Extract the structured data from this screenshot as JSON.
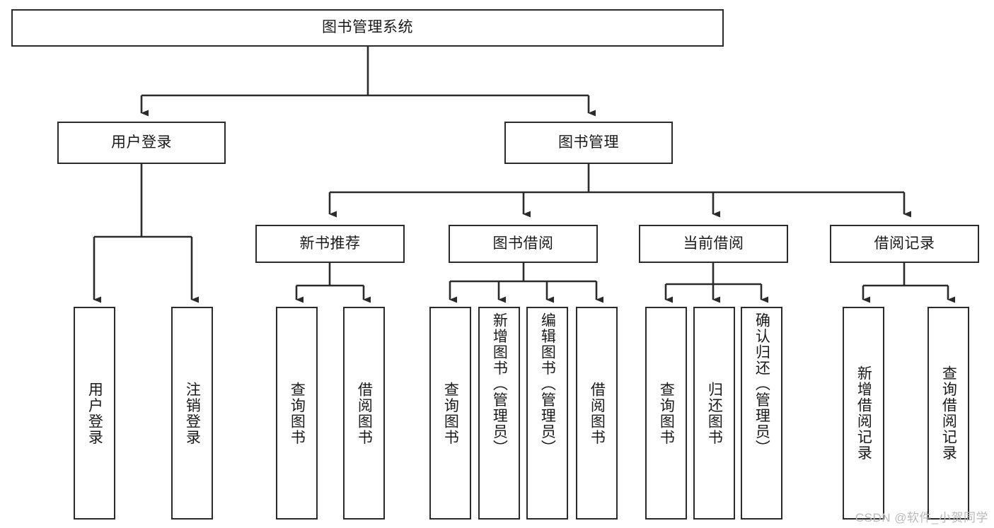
{
  "diagram": {
    "title": "图书管理系统",
    "watermark": "CSDN @软件_小贺同学",
    "line_color": "#2b2b2b",
    "box_fill": "#ffffff",
    "text_color": "#1a1a1a",
    "root": {
      "label": "图书管理系统"
    },
    "level2": [
      {
        "label": "用户登录"
      },
      {
        "label": "图书管理"
      }
    ],
    "level3": [
      {
        "label": "新书推荐"
      },
      {
        "label": "图书借阅"
      },
      {
        "label": "当前借阅"
      },
      {
        "label": "借阅记录"
      }
    ],
    "leaves": {
      "user_login": [
        {
          "label": "用户登录"
        },
        {
          "label": "注销登录"
        }
      ],
      "new_book_recommend": [
        {
          "label": "查询图书"
        },
        {
          "label": "借阅图书"
        }
      ],
      "book_borrow": [
        {
          "label": "查询图书"
        },
        {
          "label": "新增图书（管理员）"
        },
        {
          "label": "编辑图书（管理员）"
        },
        {
          "label": "借阅图书"
        }
      ],
      "current_borrow": [
        {
          "label": "查询图书"
        },
        {
          "label": "归还图书"
        },
        {
          "label": "确认归还（管理员）"
        }
      ],
      "borrow_record": [
        {
          "label": "新增借阅记录"
        },
        {
          "label": "查询借阅记录"
        }
      ]
    }
  }
}
